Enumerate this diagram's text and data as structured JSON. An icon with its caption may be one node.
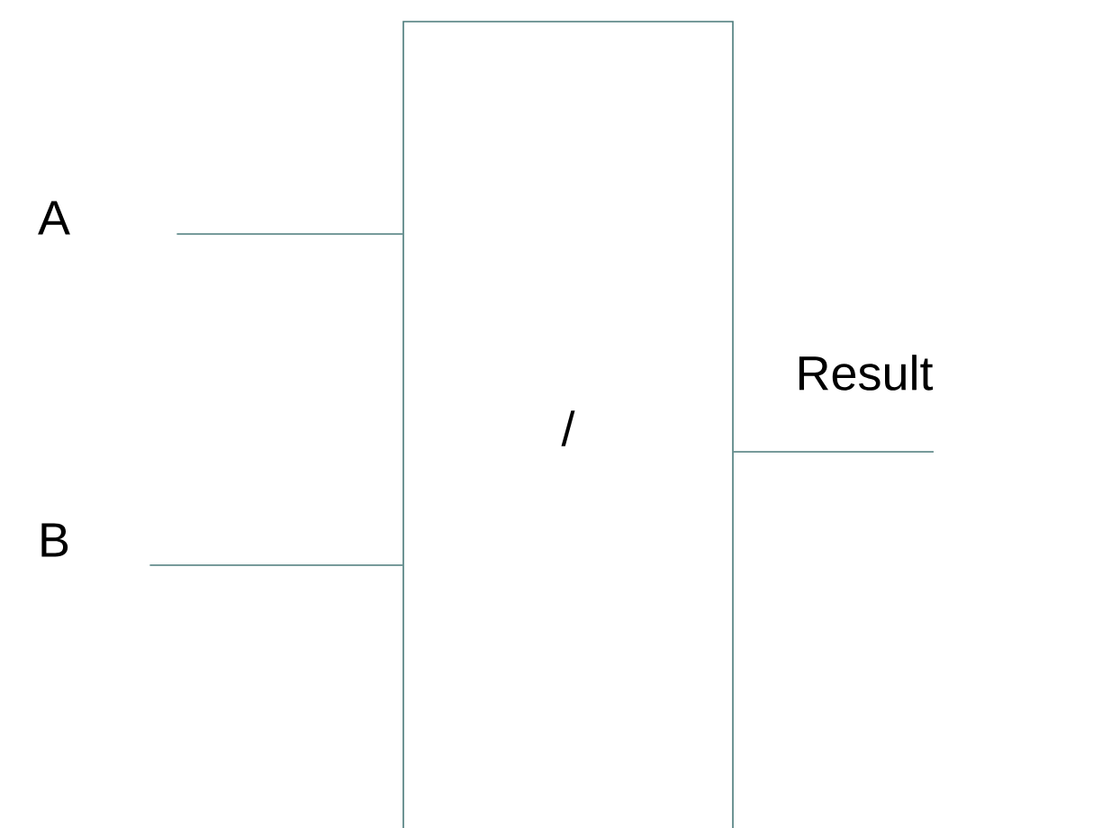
{
  "diagram": {
    "nodes": [
      {
        "text": [
          "A"
        ]
      },
      {
        "text": [
          "B"
        ]
      },
      {
        "text": [
          "/"
        ]
      },
      {
        "text": [
          "Result"
        ]
      }
    ],
    "edges": [
      {
        "from": 0,
        "to": 2,
        "arrow": "none"
      },
      {
        "from": 1,
        "to": 2,
        "arrow": "none"
      },
      {
        "from": 2,
        "to": 3,
        "arrow": "none"
      }
    ]
  }
}
